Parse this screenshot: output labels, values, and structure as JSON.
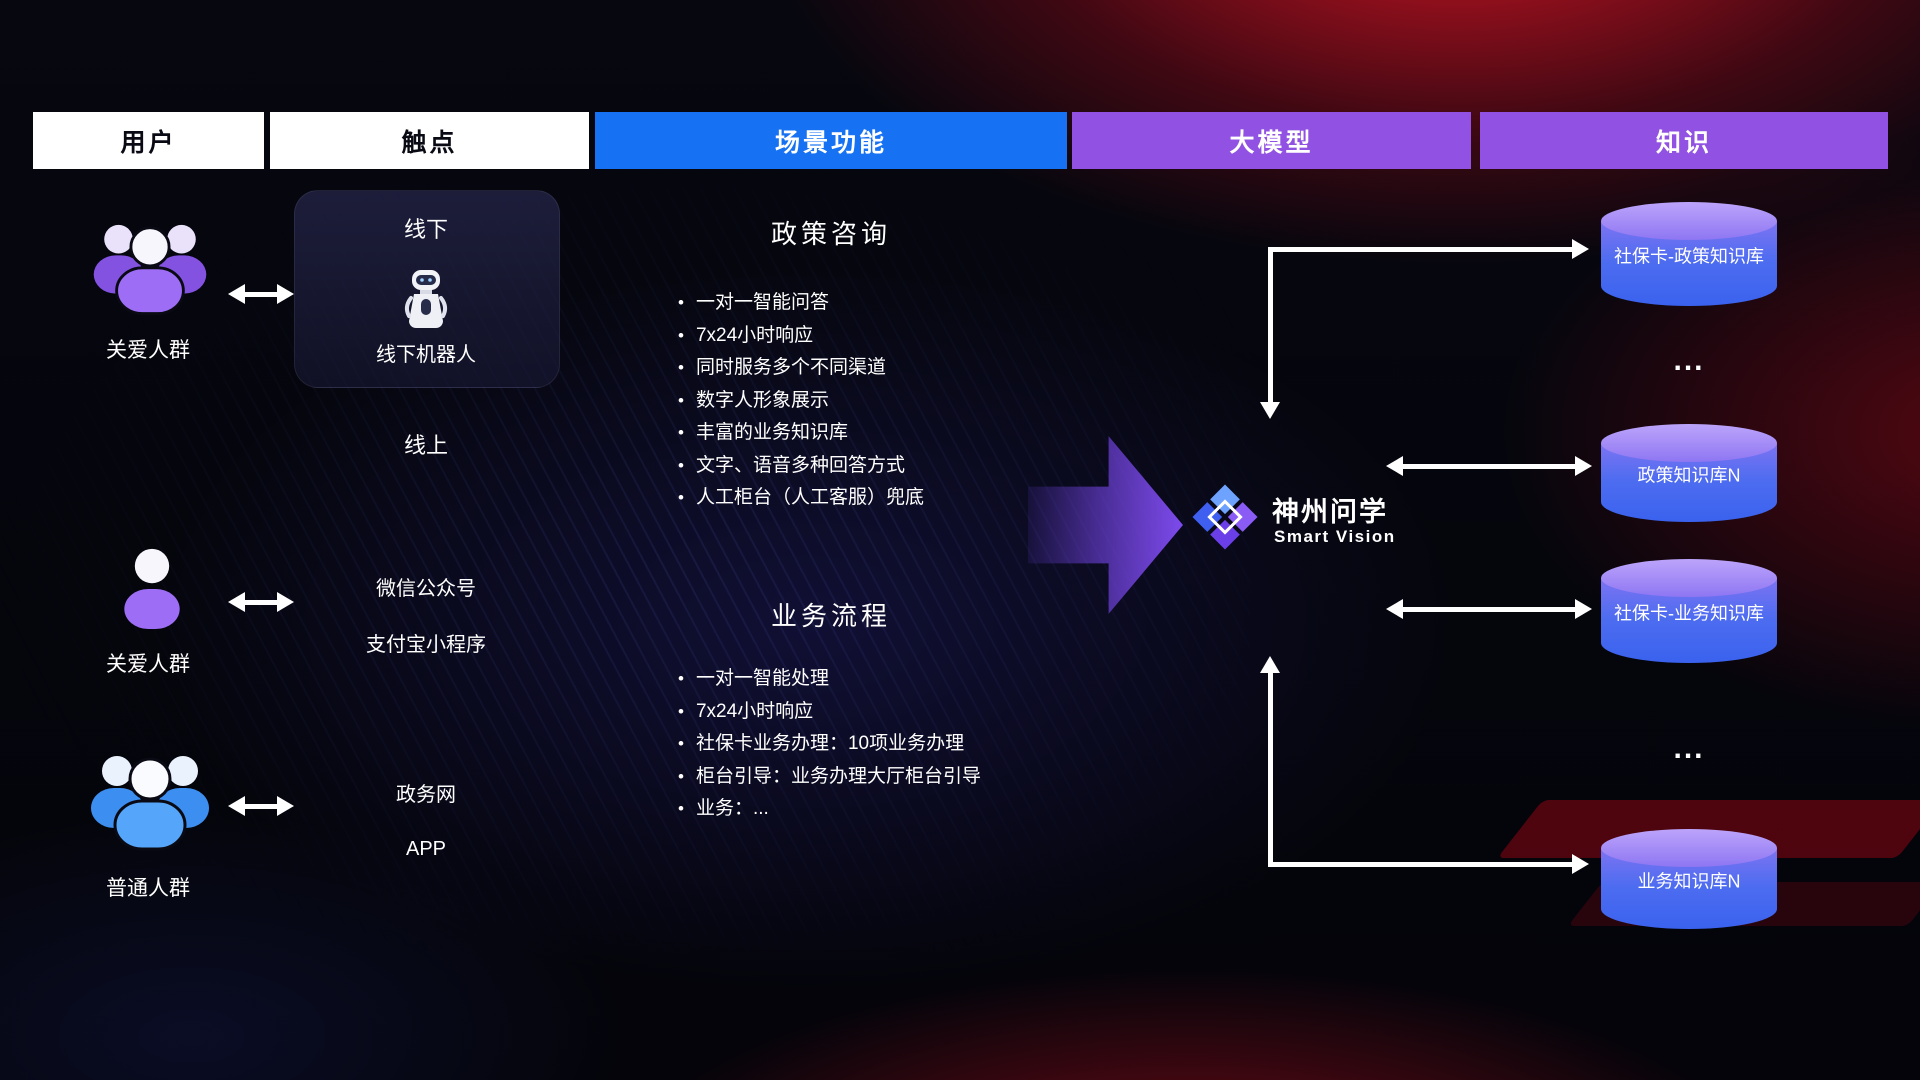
{
  "header": {
    "user": "用户",
    "touchpoint": "触点",
    "scenario": "场景功能",
    "model": "大模型",
    "knowledge": "知识"
  },
  "users": {
    "group1_label": "关爱人群",
    "person_label": "关爱人群",
    "group2_label": "普通人群"
  },
  "touchpoints": {
    "offline_title": "线下",
    "offline_robot": "线下机器人",
    "online_title": "线上",
    "items": [
      "微信公众号",
      "支付宝小程序",
      "政务网",
      "APP"
    ]
  },
  "scenario": {
    "policy": {
      "title": "政策咨询",
      "items": [
        "一对一智能问答",
        "7x24小时响应",
        "同时服务多个不同渠道",
        "数字人形象展示",
        "丰富的业务知识库",
        "文字、语音多种回答方式",
        "人工柜台（人工客服）兜底"
      ]
    },
    "business": {
      "title": "业务流程",
      "items": [
        "一对一智能处理",
        "7x24小时响应",
        "社保卡业务办理：10项业务办理",
        "柜台引导：业务办理大厅柜台引导",
        "业务：..."
      ]
    }
  },
  "model": {
    "name": "神州问学",
    "subtitle": "Smart Vision"
  },
  "knowledge": {
    "db1": "社保卡-政策知识库",
    "dots1": "...",
    "db2": "政策知识库N",
    "db3": "社保卡-业务知识库",
    "dots2": "...",
    "db4": "业务知识库N"
  },
  "colors": {
    "scenario_header": "#1672f2",
    "model_header": "#9151e2",
    "accent_purple": "#9d6ef5",
    "accent_blue": "#55a6fb",
    "db_blue": "#3a62ee",
    "db_purple_top": "#bca4fb"
  }
}
